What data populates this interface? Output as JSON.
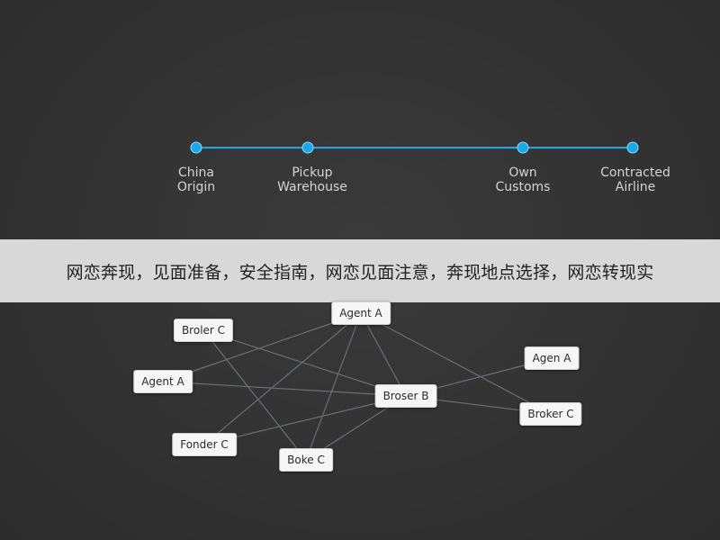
{
  "timeline": {
    "line_color": "#1aa8e8",
    "stops": [
      {
        "label": "China\nOrigin"
      },
      {
        "label": "Pickup\nWarehouse"
      },
      {
        "label": "Own\nCustoms"
      },
      {
        "label": "Contracted\nAirline"
      }
    ]
  },
  "banner": {
    "text": "网恋奔现，见面准备，安全指南，网恋见面注意，奔现地点选择，网恋转现实"
  },
  "network": {
    "edge_color": "#6a6e78",
    "nodes": [
      {
        "id": "n1",
        "label": "Agent A"
      },
      {
        "id": "n2",
        "label": "Broler C"
      },
      {
        "id": "n3",
        "label": "Agen A"
      },
      {
        "id": "n4",
        "label": "Agent A"
      },
      {
        "id": "n5",
        "label": "Broser B"
      },
      {
        "id": "n6",
        "label": "Broker C"
      },
      {
        "id": "n7",
        "label": "Fonder C"
      },
      {
        "id": "n8",
        "label": "Boke C"
      }
    ],
    "edges": [
      [
        "n2",
        "n8"
      ],
      [
        "n2",
        "n5"
      ],
      [
        "n4",
        "n1"
      ],
      [
        "n4",
        "n5"
      ],
      [
        "n1",
        "n7"
      ],
      [
        "n1",
        "n8"
      ],
      [
        "n1",
        "n5"
      ],
      [
        "n1",
        "n6"
      ],
      [
        "n5",
        "n3"
      ],
      [
        "n5",
        "n6"
      ],
      [
        "n5",
        "n7"
      ],
      [
        "n5",
        "n8"
      ]
    ]
  }
}
